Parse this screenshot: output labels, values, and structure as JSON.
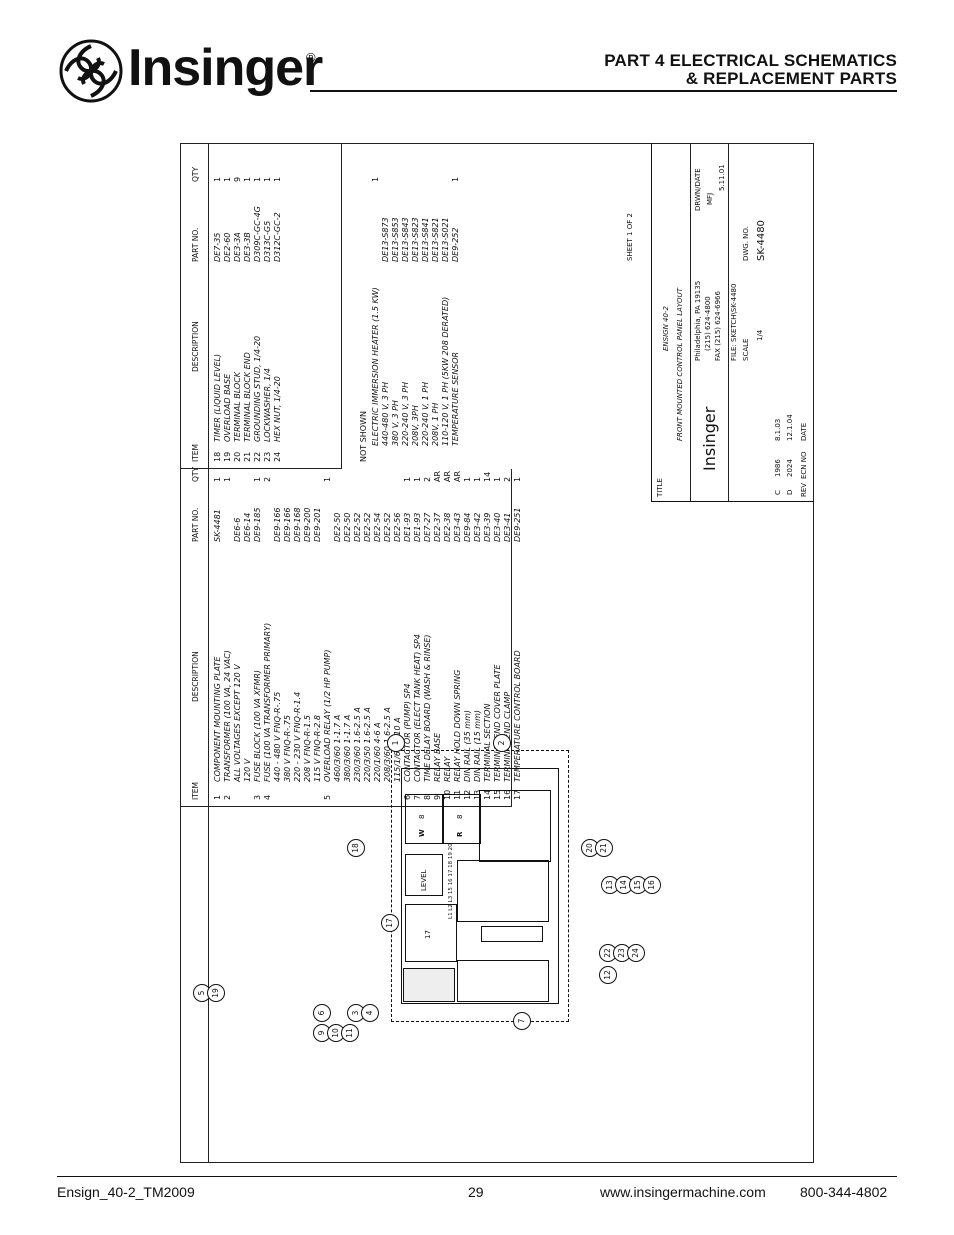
{
  "header": {
    "brand": "Insinger",
    "reg_mark": "®",
    "title_line1": "PART 4   ELECTRICAL SCHEMATICS",
    "title_line2": "& REPLACEMENT PARTS"
  },
  "left_table": {
    "headers": {
      "item": "ITEM",
      "description": "DESCRIPTION",
      "part_no": "PART NO.",
      "qty": "QTY"
    },
    "rows": [
      {
        "item": "1",
        "description": "COMPONENT MOUNTING PLATE",
        "part_no": "SK-4481",
        "qty": "1"
      },
      {
        "item": "2",
        "description": "TRANSFORMER (100 VA, 24 VAC)",
        "part_no": "",
        "qty": "1"
      },
      {
        "item": "",
        "description": "ALL VOLTAGES EXCEPT 120 V",
        "part_no": "DE6-6",
        "qty": ""
      },
      {
        "item": "",
        "description": "120 V",
        "part_no": "DE6-14",
        "qty": ""
      },
      {
        "item": "3",
        "description": "FUSE BLOCK (100 VA XFMR)",
        "part_no": "DE9-185",
        "qty": "1"
      },
      {
        "item": "4",
        "description": "FUSE (100 VA TRANSFORMER PRIMARY)",
        "part_no": "",
        "qty": "2"
      },
      {
        "item": "",
        "description": "440 - 480 V      FNQ-R-.75",
        "part_no": "DE9-166",
        "qty": ""
      },
      {
        "item": "",
        "description": "380 V             FNQ-R-.75",
        "part_no": "DE9-166",
        "qty": ""
      },
      {
        "item": "",
        "description": "220 - 230 V      FNQ-R-1.4",
        "part_no": "DE9-168",
        "qty": ""
      },
      {
        "item": "",
        "description": "208 V             FNQ-R-1.5",
        "part_no": "DE9-200",
        "qty": ""
      },
      {
        "item": "",
        "description": "115 V             FNQ-R-2.8",
        "part_no": "DE9-201",
        "qty": ""
      },
      {
        "item": "5",
        "description": "OVERLOAD RELAY (1/2 HP PUMP)",
        "part_no": "",
        "qty": "1"
      },
      {
        "item": "",
        "description": "460/3/60         1-1.7 A",
        "part_no": "DE2-50",
        "qty": ""
      },
      {
        "item": "",
        "description": "380/3/60         1-1.7 A",
        "part_no": "DE2-50",
        "qty": ""
      },
      {
        "item": "",
        "description": "230/3/60         1.6-2.5 A",
        "part_no": "DE2-52",
        "qty": ""
      },
      {
        "item": "",
        "description": "220/3/50         1.6-2.5 A",
        "part_no": "DE2-52",
        "qty": ""
      },
      {
        "item": "",
        "description": "220/1/60         4-6 A",
        "part_no": "DE2-54",
        "qty": ""
      },
      {
        "item": "",
        "description": "208/3/60         1.6-2.5 A",
        "part_no": "DE2-52",
        "qty": ""
      },
      {
        "item": "",
        "description": "115/1/60         7-10 A",
        "part_no": "DE2-56",
        "qty": ""
      },
      {
        "item": "6",
        "description": "CONTACTOR (PUMP)       SP4",
        "part_no": "DE1-93",
        "qty": "1"
      },
      {
        "item": "7",
        "description": "CONTACTOR (ELECT TANK HEAT) SP4",
        "part_no": "DE1-93",
        "qty": "1"
      },
      {
        "item": "8",
        "description": "TIME DELAY BOARD (WASH & RINSE)",
        "part_no": "DE7-27",
        "qty": "2"
      },
      {
        "item": "9",
        "description": "RELAY BASE",
        "part_no": "DE2-37",
        "qty": "AR"
      },
      {
        "item": "10",
        "description": "RELAY",
        "part_no": "DE2-38",
        "qty": "AR"
      },
      {
        "item": "11",
        "description": "RELAY HOLD DOWN SPRING",
        "part_no": "DE3-43",
        "qty": "AR"
      },
      {
        "item": "12",
        "description": "DIN RAIL (35 mm)",
        "part_no": "DE9-84",
        "qty": "1"
      },
      {
        "item": "13",
        "description": "DIN RAIL (15 mm)",
        "part_no": "DE3-42",
        "qty": "1"
      },
      {
        "item": "14",
        "description": "TERMINAL SECTION",
        "part_no": "DE3-39",
        "qty": "14"
      },
      {
        "item": "15",
        "description": "TERMINAL END COVER PLATE",
        "part_no": "DE3-40",
        "qty": "1"
      },
      {
        "item": "16",
        "description": "TERMINAL END CLAMP",
        "part_no": "DE3-41",
        "qty": "2"
      },
      {
        "item": "17",
        "description": "TEMPERATURE CONTROL BOARD",
        "part_no": "DE9-251",
        "qty": "1"
      }
    ]
  },
  "right_table": {
    "headers": {
      "item": "ITEM",
      "description": "DESCRIPTION",
      "part_no": "PART NO.",
      "qty": "QTY"
    },
    "rows": [
      {
        "item": "18",
        "description": "TIMER (LIQUID LEVEL)",
        "part_no": "DE7-35",
        "qty": "1"
      },
      {
        "item": "19",
        "description": "OVERLOAD BASE",
        "part_no": "DE2-60",
        "qty": "1"
      },
      {
        "item": "20",
        "description": "TERMINAL BLOCK",
        "part_no": "DE3-3A",
        "qty": "9"
      },
      {
        "item": "21",
        "description": "TERMINAL BLOCK END",
        "part_no": "DE3-3B",
        "qty": "1"
      },
      {
        "item": "22",
        "description": "GROUNDING STUD, 1/4-20",
        "part_no": "D309C-GC-4G",
        "qty": "1"
      },
      {
        "item": "23",
        "description": "LOCKWASHER, 1/4",
        "part_no": "D313C-G5",
        "qty": "1"
      },
      {
        "item": "24",
        "description": "HEX NUT, 1/4-20",
        "part_no": "D312C-GC-2",
        "qty": "1"
      }
    ]
  },
  "not_shown": {
    "label": "NOT SHOWN",
    "rows": [
      {
        "description": "ELECTRIC IMMERSION HEATER (1.5 KW)",
        "part_no": "",
        "qty": "1"
      },
      {
        "description": "440-480 V, 3 PH",
        "part_no": "DE13-S873",
        "qty": ""
      },
      {
        "description": "380 V, 3 PH",
        "part_no": "DE13-S853",
        "qty": ""
      },
      {
        "description": "220-240 V, 3 PH",
        "part_no": "DE13-S843",
        "qty": ""
      },
      {
        "description": "208V, 3PH",
        "part_no": "DE13-S823",
        "qty": ""
      },
      {
        "description": "220-240 V, 1 PH",
        "part_no": "DE13-S841",
        "qty": ""
      },
      {
        "description": "208V, 1 PH",
        "part_no": "DE13-S821",
        "qty": ""
      },
      {
        "description": "110-120 V, 1 PH (5KW 208 DERATED)",
        "part_no": "DE13-S021",
        "qty": ""
      },
      {
        "description": "TEMPERATURE SENSOR",
        "part_no": "DE9-252",
        "qty": "1"
      }
    ]
  },
  "title_block": {
    "sheet": "SHEET 1 OF 2",
    "title_label": "TITLE",
    "model": "ENSIGN 40-2",
    "title": "FRONT MOUNTED CONTROL PANEL LAYOUT",
    "brand": "Insinger",
    "address": "Philadelphia, PA 19135",
    "phone": "(215) 624-4800",
    "fax": "FAX (215) 624-6966",
    "drawn_label": "DRWN/DATE",
    "drawn": "MFJ",
    "drawn_date": "5.11.01",
    "file_label": "FILE: SKETCH\\SK-4480",
    "scale_label": "SCALE",
    "scale": "1/4",
    "dwg_label": "DWG. NO.",
    "dwg_no": "SK-4480",
    "revisions": [
      {
        "rev": "D",
        "ecn": "2024",
        "date": "12.1.04"
      },
      {
        "rev": "C",
        "ecn": "1986",
        "date": "8.1.03"
      }
    ],
    "rev_header": {
      "rev": "REV",
      "ecn": "ECN NO",
      "date": "DATE"
    }
  },
  "schematic": {
    "callouts": [
      "1",
      "2",
      "18",
      "20",
      "21",
      "13",
      "14",
      "15",
      "16",
      "22",
      "23",
      "24",
      "12",
      "17",
      "3",
      "4",
      "5",
      "19",
      "9",
      "10",
      "11",
      "6",
      "7"
    ],
    "labels": {
      "level": "LEVEL",
      "w": "W",
      "r": "R",
      "eight": "8",
      "seventeen": "17",
      "terminal_numbers": "L1 L2 L3 15 16 17 18 19 20"
    }
  },
  "footer": {
    "left": "Ensign_40-2_TM2009",
    "page": "29",
    "website": "www.insingermachine.com",
    "phone": "800-344-4802"
  }
}
